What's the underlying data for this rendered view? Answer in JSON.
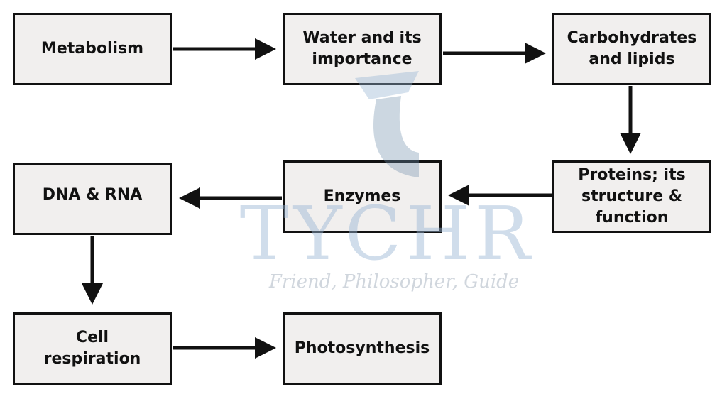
{
  "nodes": {
    "metabolism": "Metabolism",
    "water_l1": "Water and its",
    "water_l2": "importance",
    "carbs_l1": "Carbohydrates",
    "carbs_l2": "and lipids",
    "proteins_l1": "Proteins; its",
    "proteins_l2": "structure &",
    "proteins_l3": "function",
    "enzymes": "Enzymes",
    "dna": "DNA & RNA",
    "cell_l1": "Cell",
    "cell_l2": "respiration",
    "photosynthesis": "Photosynthesis"
  },
  "watermark": {
    "title": "TYCHR",
    "tagline": "Friend, Philosopher, Guide"
  },
  "colors": {
    "box_fill": "#f1efee",
    "stroke": "#111111"
  }
}
